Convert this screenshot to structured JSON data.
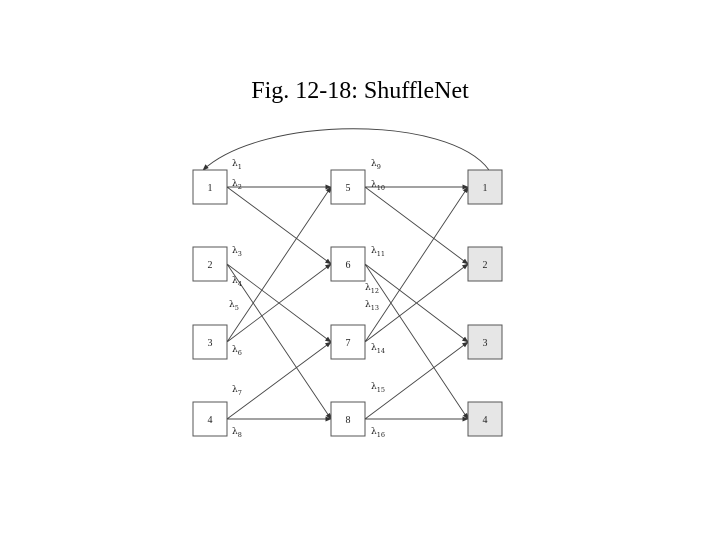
{
  "title": "Fig. 12-18: ShuffleNet",
  "diagram": {
    "nodes": [
      {
        "id": "s1",
        "label": "1",
        "shaded": false
      },
      {
        "id": "s2",
        "label": "2",
        "shaded": false
      },
      {
        "id": "s3",
        "label": "3",
        "shaded": false
      },
      {
        "id": "s4",
        "label": "4",
        "shaded": false
      },
      {
        "id": "m5",
        "label": "5",
        "shaded": false
      },
      {
        "id": "m6",
        "label": "6",
        "shaded": false
      },
      {
        "id": "m7",
        "label": "7",
        "shaded": false
      },
      {
        "id": "m8",
        "label": "8",
        "shaded": false
      },
      {
        "id": "d1",
        "label": "1",
        "shaded": true
      },
      {
        "id": "d2",
        "label": "2",
        "shaded": true
      },
      {
        "id": "d3",
        "label": "3",
        "shaded": true
      },
      {
        "id": "d4",
        "label": "4",
        "shaded": true
      }
    ],
    "edges": [
      {
        "from": "s1",
        "to": "m5",
        "wavelength": "λ1"
      },
      {
        "from": "s1",
        "to": "m6",
        "wavelength": "λ2"
      },
      {
        "from": "s2",
        "to": "m7",
        "wavelength": "λ3"
      },
      {
        "from": "s2",
        "to": "m8",
        "wavelength": "λ4"
      },
      {
        "from": "s3",
        "to": "m5",
        "wavelength": "λ5"
      },
      {
        "from": "s3",
        "to": "m6",
        "wavelength": "λ6"
      },
      {
        "from": "s4",
        "to": "m7",
        "wavelength": "λ7"
      },
      {
        "from": "s4",
        "to": "m8",
        "wavelength": "λ8"
      },
      {
        "from": "m5",
        "to": "d1",
        "wavelength": "λ9"
      },
      {
        "from": "m5",
        "to": "d2",
        "wavelength": "λ10"
      },
      {
        "from": "m6",
        "to": "d3",
        "wavelength": "λ11"
      },
      {
        "from": "m6",
        "to": "d4",
        "wavelength": "λ12"
      },
      {
        "from": "m7",
        "to": "d1",
        "wavelength": "λ13"
      },
      {
        "from": "m7",
        "to": "d2",
        "wavelength": "λ14"
      },
      {
        "from": "m8",
        "to": "d3",
        "wavelength": "λ15"
      },
      {
        "from": "m8",
        "to": "d4",
        "wavelength": "λ16"
      }
    ],
    "wraparound": {
      "from": "d1",
      "to": "s1"
    },
    "colors": {
      "node_fill": "#ffffff",
      "shaded_fill": "#e6e6e6",
      "stroke": "#555555"
    }
  }
}
